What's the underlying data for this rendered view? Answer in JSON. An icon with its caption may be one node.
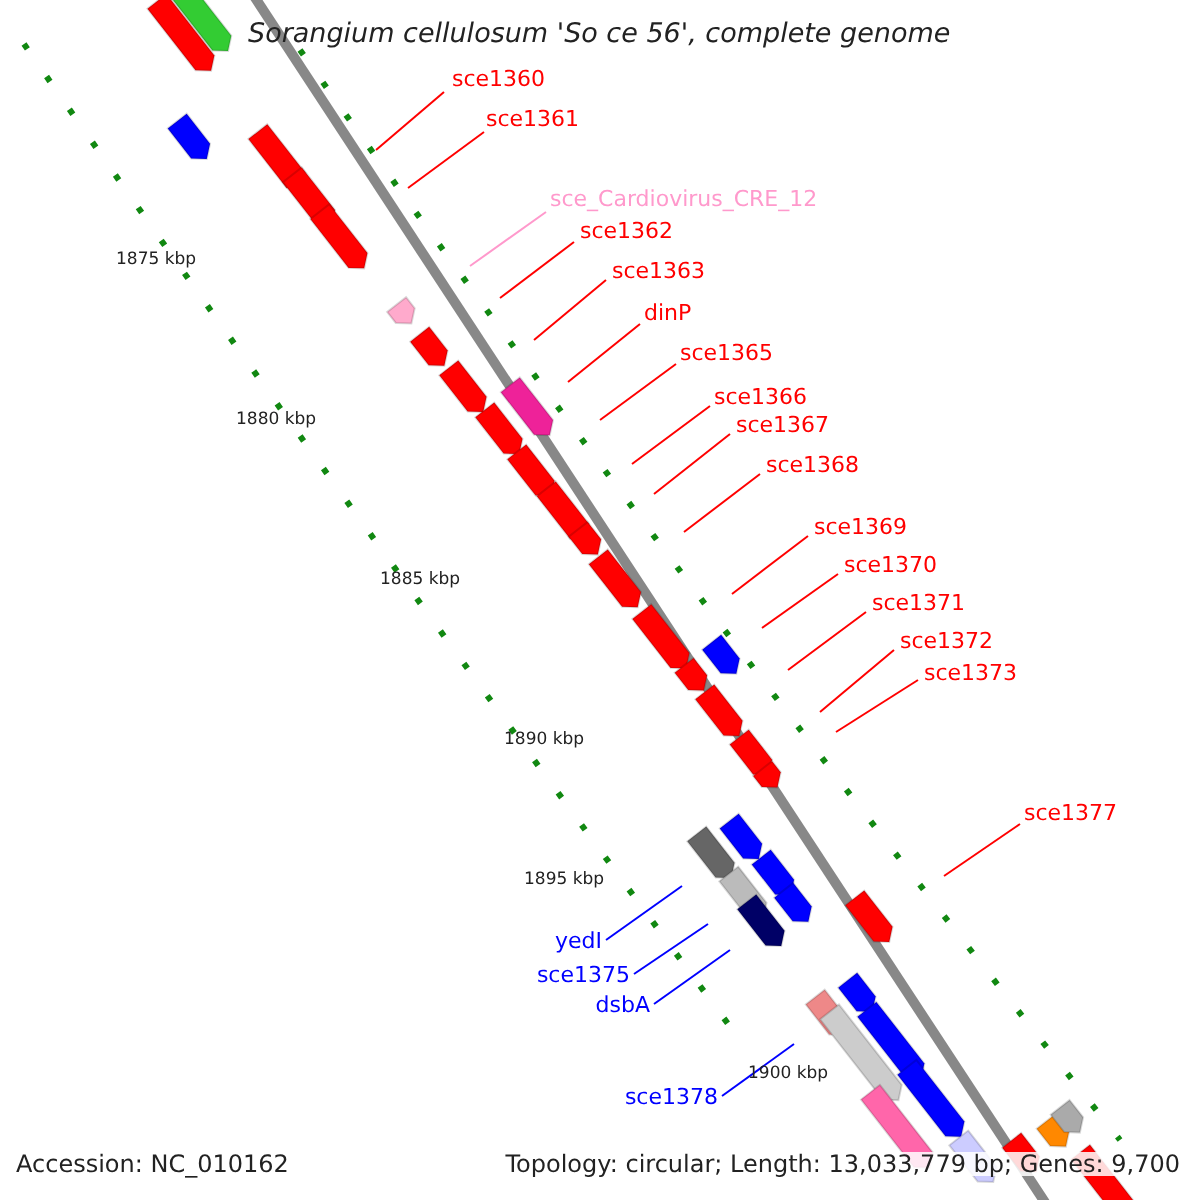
{
  "diagram": {
    "title": "Sorangium cellulosum 'So ce 56', complete genome",
    "nodes": [
      {
        "text": [
          "sce1360"
        ]
      },
      {
        "text": [
          "sce1361"
        ]
      },
      {
        "text": [
          "sce_Cardiovirus_CRE_12"
        ]
      },
      {
        "text": [
          "sce1362"
        ]
      },
      {
        "text": [
          "sce1363"
        ]
      },
      {
        "text": [
          "dinP"
        ]
      },
      {
        "text": [
          "sce1365"
        ]
      },
      {
        "text": [
          "sce1366"
        ]
      },
      {
        "text": [
          "sce1367"
        ]
      },
      {
        "text": [
          "sce1368"
        ]
      },
      {
        "text": [
          "sce1369"
        ]
      },
      {
        "text": [
          "sce1370"
        ]
      },
      {
        "text": [
          "sce1371"
        ]
      },
      {
        "text": [
          "sce1372"
        ]
      },
      {
        "text": [
          "sce1373"
        ]
      },
      {
        "text": [
          "sce1377"
        ]
      },
      {
        "text": [
          "yedI"
        ]
      },
      {
        "text": [
          "sce1375"
        ]
      },
      {
        "text": [
          "dsbA"
        ]
      },
      {
        "text": [
          "sce1378"
        ]
      }
    ],
    "edges": [
      {
        "from": 0,
        "to": null,
        "arrow": "none"
      },
      {
        "from": 1,
        "to": null,
        "arrow": "none"
      },
      {
        "from": 2,
        "to": null,
        "arrow": "none",
        "color": "#ff99cc"
      },
      {
        "from": 3,
        "to": null,
        "arrow": "none"
      },
      {
        "from": 4,
        "to": null,
        "arrow": "none"
      },
      {
        "from": 5,
        "to": null,
        "arrow": "none"
      },
      {
        "from": 6,
        "to": null,
        "arrow": "none"
      },
      {
        "from": 7,
        "to": null,
        "arrow": "none"
      },
      {
        "from": 8,
        "to": null,
        "arrow": "none"
      },
      {
        "from": 9,
        "to": null,
        "arrow": "none"
      },
      {
        "from": 10,
        "to": null,
        "arrow": "none"
      },
      {
        "from": 11,
        "to": null,
        "arrow": "none"
      },
      {
        "from": 12,
        "to": null,
        "arrow": "none"
      },
      {
        "from": 13,
        "to": null,
        "arrow": "none"
      },
      {
        "from": 14,
        "to": null,
        "arrow": "none"
      },
      {
        "from": 15,
        "to": null,
        "arrow": "none"
      },
      {
        "from": 16,
        "to": null,
        "arrow": "none",
        "color": "#0000ff"
      },
      {
        "from": 17,
        "to": null,
        "arrow": "none",
        "color": "#0000ff"
      },
      {
        "from": 18,
        "to": null,
        "arrow": "none",
        "color": "#0000ff"
      },
      {
        "from": 19,
        "to": null,
        "arrow": "none",
        "color": "#0000ff"
      }
    ],
    "labels": [
      "1875 kbp",
      "1880 kbp",
      "1885 kbp",
      "1890 kbp",
      "1895 kbp",
      "1900 kbp",
      "Accession: NC_010162",
      "Topology: circular; Length: 13,033,779 bp; Genes: 9,700"
    ]
  }
}
